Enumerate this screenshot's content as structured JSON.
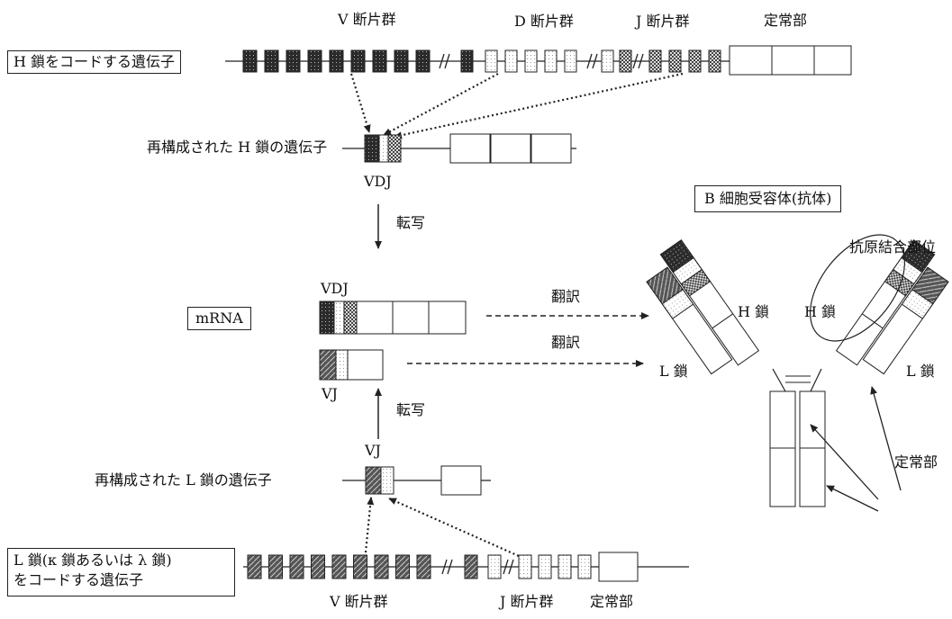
{
  "labels": {
    "v_segments_h": "V 断片群",
    "d_segments": "D 断片群",
    "j_segments_h": "J 断片群",
    "constant_h": "定常部",
    "h_gene": "H 鎖をコードする遺伝子",
    "rearranged_h": "再構成された H 鎖の遺伝子",
    "vdj_1": "VDJ",
    "transcription_1": "転写",
    "vdj_2": "VDJ",
    "mrna": "mRNA",
    "vj_1": "VJ",
    "transcription_2": "転写",
    "vj_2": "VJ",
    "rearranged_l": "再構成された L 鎖の遺伝子",
    "l_gene_1": "L 鎖(κ 鎖あるいは λ 鎖)",
    "l_gene_2": "をコードする遺伝子",
    "v_segments_l": "V 断片群",
    "j_segments_l": "J 断片群",
    "constant_l": "定常部",
    "b_cell_receptor": "B 細胞受容体(抗体)",
    "translation_1": "翻訳",
    "translation_2": "翻訳",
    "antigen_binding_site": "抗原結合部位",
    "h_chain_left": "H 鎖",
    "h_chain_right": "H 鎖",
    "l_chain_left": "L 鎖",
    "l_chain_right": "L 鎖",
    "constant_region": "定常部"
  },
  "colors": {
    "line": "#222222",
    "v_fill": "#2b2b2b",
    "j_fill": "#8a8a8a",
    "d_fill": "#e8e8e8"
  }
}
